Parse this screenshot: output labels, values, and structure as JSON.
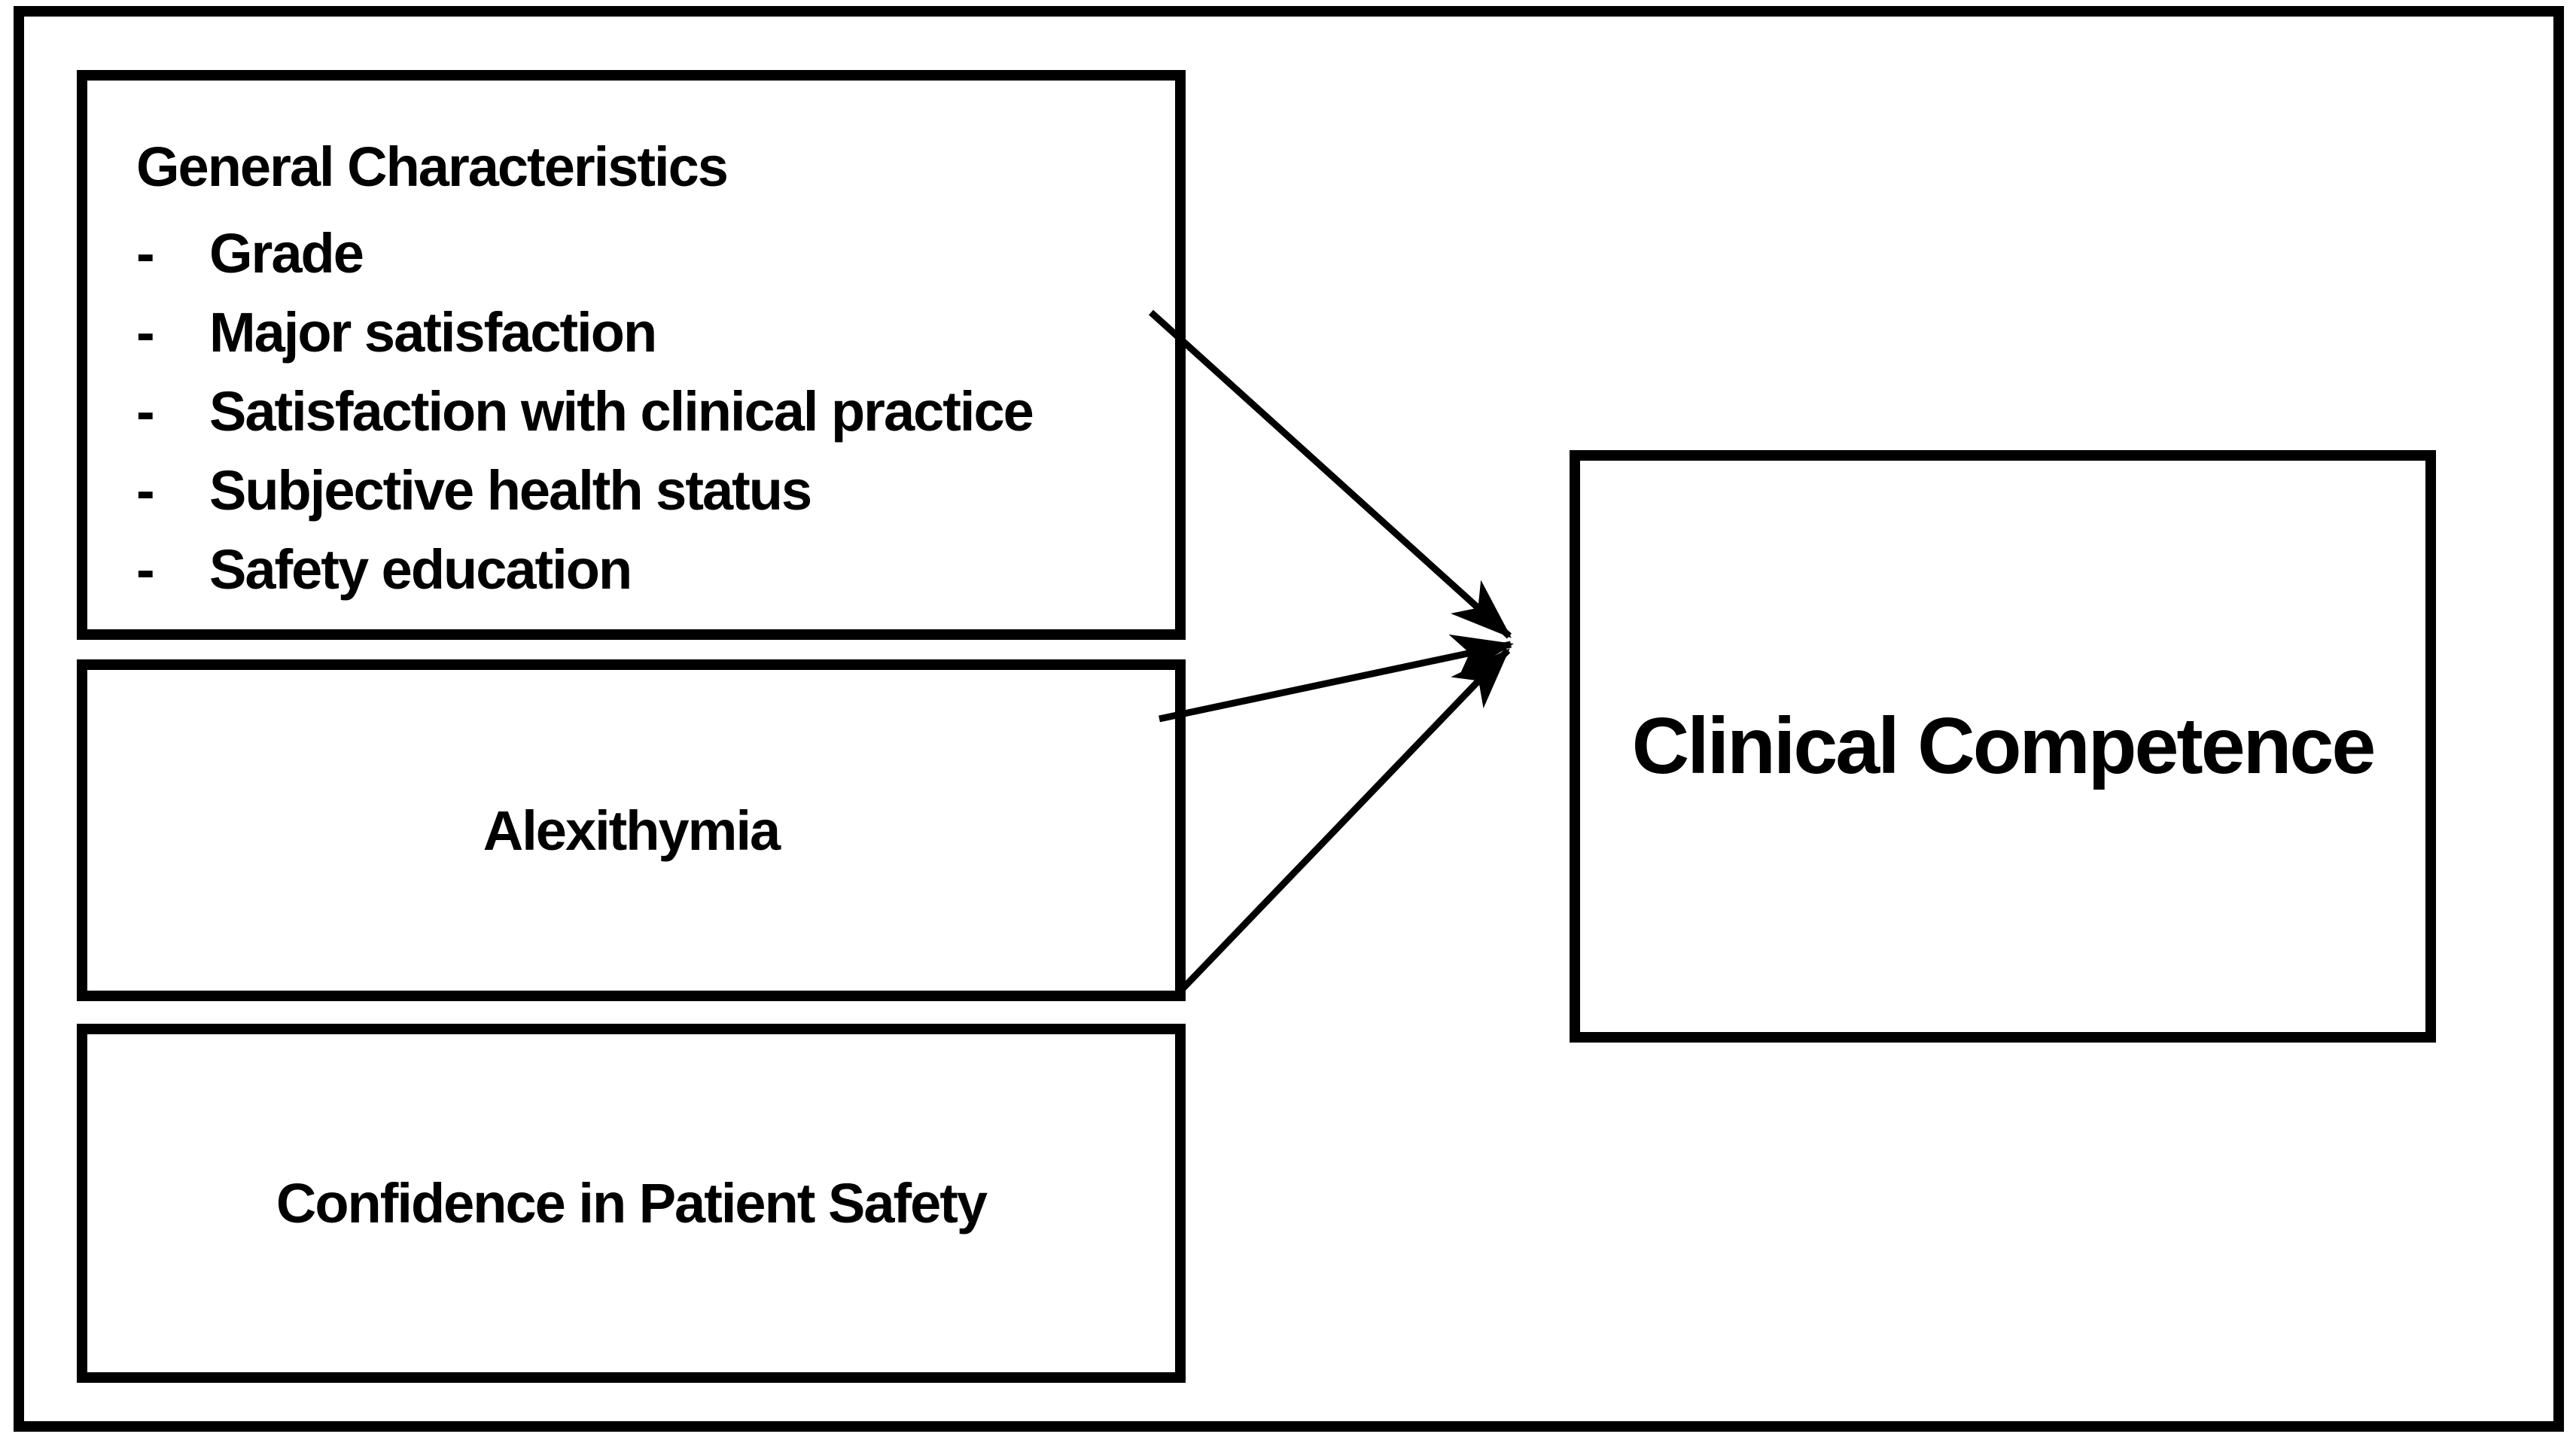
{
  "figure": {
    "type": "conceptual-framework-diagram",
    "colors": {
      "stroke": "#000000",
      "background": "#ffffff",
      "text": "#000000"
    },
    "boxes": {
      "general_characteristics": {
        "title": "General Characteristics",
        "bullet": "-",
        "items": [
          "Grade",
          "Major satisfaction",
          "Satisfaction with clinical practice",
          "Subjective health status",
          "Safety education"
        ]
      },
      "alexithymia": {
        "label": "Alexithymia"
      },
      "confidence_in_patient_safety": {
        "label": "Confidence in Patient Safety"
      },
      "clinical_competence": {
        "label": "Clinical Competence"
      }
    },
    "arrows": [
      {
        "from": "General Characteristics",
        "to": "Clinical Competence"
      },
      {
        "from": "Alexithymia",
        "to": "Clinical Competence"
      },
      {
        "from": "Confidence in Patient Safety",
        "to": "Clinical Competence"
      }
    ]
  }
}
